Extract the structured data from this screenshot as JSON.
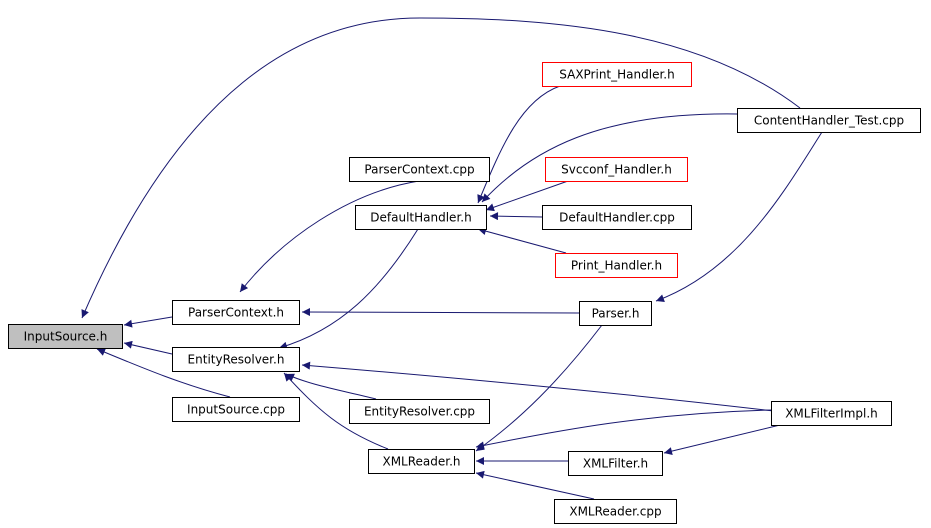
{
  "colors": {
    "edge": "#191970",
    "box_border": "#000000",
    "box_border_undocumented": "#ff0000",
    "box_fill": "#ffffff",
    "box_fill_selected": "#bfbfbf"
  },
  "nodes": [
    {
      "id": "input_source_h",
      "label": "InputSource.h",
      "style": "selected"
    },
    {
      "id": "parser_context_h",
      "label": "ParserContext.h",
      "style": "normal"
    },
    {
      "id": "entity_resolver_h",
      "label": "EntityResolver.h",
      "style": "normal"
    },
    {
      "id": "input_source_cpp",
      "label": "InputSource.cpp",
      "style": "normal"
    },
    {
      "id": "parser_context_cpp",
      "label": "ParserContext.cpp",
      "style": "normal"
    },
    {
      "id": "default_handler_h",
      "label": "DefaultHandler.h",
      "style": "normal"
    },
    {
      "id": "entity_resolver_cpp",
      "label": "EntityResolver.cpp",
      "style": "normal"
    },
    {
      "id": "xml_reader_h",
      "label": "XMLReader.h",
      "style": "normal"
    },
    {
      "id": "saxprint_handler_h",
      "label": "SAXPrint_Handler.h",
      "style": "red"
    },
    {
      "id": "svcconf_handler_h",
      "label": "Svcconf_Handler.h",
      "style": "red"
    },
    {
      "id": "default_handler_cpp",
      "label": "DefaultHandler.cpp",
      "style": "normal"
    },
    {
      "id": "print_handler_h",
      "label": "Print_Handler.h",
      "style": "red"
    },
    {
      "id": "parser_h",
      "label": "Parser.h",
      "style": "normal"
    },
    {
      "id": "xml_filter_h",
      "label": "XMLFilter.h",
      "style": "normal"
    },
    {
      "id": "xml_reader_cpp",
      "label": "XMLReader.cpp",
      "style": "normal"
    },
    {
      "id": "content_handler_test_cpp",
      "label": "ContentHandler_Test.cpp",
      "style": "normal"
    },
    {
      "id": "xml_filter_impl_h",
      "label": "XMLFilterImpl.h",
      "style": "normal"
    }
  ],
  "edges": [
    {
      "from": "parser_context_h",
      "to": "input_source_h"
    },
    {
      "from": "entity_resolver_h",
      "to": "input_source_h"
    },
    {
      "from": "input_source_cpp",
      "to": "input_source_h"
    },
    {
      "from": "content_handler_test_cpp",
      "to": "input_source_h"
    },
    {
      "from": "parser_context_cpp",
      "to": "parser_context_h"
    },
    {
      "from": "parser_h",
      "to": "parser_context_h"
    },
    {
      "from": "default_handler_h",
      "to": "entity_resolver_h"
    },
    {
      "from": "entity_resolver_cpp",
      "to": "entity_resolver_h"
    },
    {
      "from": "xml_reader_h",
      "to": "entity_resolver_h"
    },
    {
      "from": "xml_filter_impl_h",
      "to": "entity_resolver_h"
    },
    {
      "from": "saxprint_handler_h",
      "to": "default_handler_h"
    },
    {
      "from": "content_handler_test_cpp",
      "to": "default_handler_h"
    },
    {
      "from": "svcconf_handler_h",
      "to": "default_handler_h"
    },
    {
      "from": "default_handler_cpp",
      "to": "default_handler_h"
    },
    {
      "from": "print_handler_h",
      "to": "default_handler_h"
    },
    {
      "from": "content_handler_test_cpp",
      "to": "parser_h"
    },
    {
      "from": "parser_h",
      "to": "xml_reader_h"
    },
    {
      "from": "xml_filter_impl_h",
      "to": "xml_reader_h"
    },
    {
      "from": "xml_filter_h",
      "to": "xml_reader_h"
    },
    {
      "from": "xml_reader_cpp",
      "to": "xml_reader_h"
    },
    {
      "from": "xml_filter_impl_h",
      "to": "xml_filter_h"
    }
  ]
}
